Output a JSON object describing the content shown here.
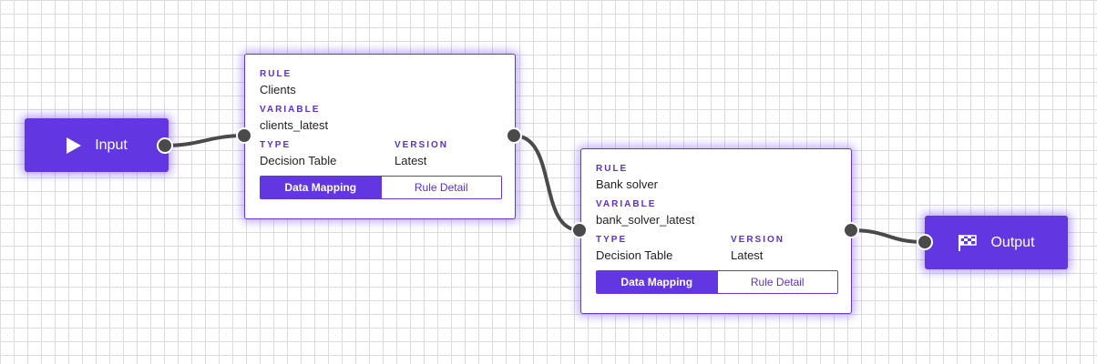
{
  "input_node": {
    "label": "Input",
    "icon": "play-icon"
  },
  "output_node": {
    "label": "Output",
    "icon": "checkered-flag-icon"
  },
  "rule_nodes": [
    {
      "rule_label": "RULE",
      "rule_value": "Clients",
      "variable_label": "VARIABLE",
      "variable_value": "clients_latest",
      "type_label": "TYPE",
      "type_value": "Decision Table",
      "version_label": "VERSION",
      "version_value": "Latest",
      "data_mapping_label": "Data Mapping",
      "rule_detail_label": "Rule Detail"
    },
    {
      "rule_label": "RULE",
      "rule_value": "Bank solver",
      "variable_label": "VARIABLE",
      "variable_value": "bank_solver_latest",
      "type_label": "TYPE",
      "type_value": "Decision Table",
      "version_label": "VERSION",
      "version_value": "Latest",
      "data_mapping_label": "Data Mapping",
      "rule_detail_label": "Rule Detail"
    }
  ],
  "colors": {
    "accent": "#6236e0",
    "edge": "#4a4a4a",
    "grid": "#dcdcdc"
  }
}
